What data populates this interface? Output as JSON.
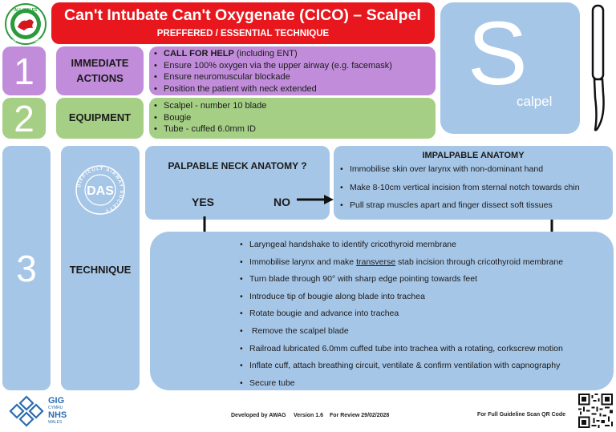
{
  "title": "Can't Intubate Can't Oxygenate (CICO) – Scalpel",
  "subtitle": "PREFFERED / ESSENTIAL TECHNIQUE",
  "logo_top": {
    "text_top": "ALL WALES",
    "text_bottom": "AIRWAY GROUP"
  },
  "big_s": {
    "letter": "S",
    "rest": "calpel"
  },
  "step1": {
    "number": "1",
    "label_line1": "IMMEDIATE",
    "label_line2": "ACTIONS",
    "items": [
      {
        "bold": "CALL FOR HELP",
        "rest": " (including ENT)"
      },
      {
        "bold": "",
        "rest": "Ensure 100% oxygen via the upper airway (e.g. facemask)"
      },
      {
        "bold": "",
        "rest": "Ensure neuromuscular blockade"
      },
      {
        "bold": "",
        "rest": "Position the patient with neck extended"
      }
    ]
  },
  "step2": {
    "number": "2",
    "label": "EQUIPMENT",
    "items": [
      "Scalpel - number 10 blade",
      "Bougie",
      "Tube - cuffed 6.0mm ID"
    ]
  },
  "step3": {
    "number": "3",
    "label": "TECHNIQUE",
    "das_logo": {
      "letters": "DAS",
      "ring_text": "DIFFICULT AIRWAY SOCIETY"
    },
    "palpable": {
      "question": "PALPABLE NECK ANATOMY ?",
      "yes": "YES",
      "no": "NO"
    },
    "impalpable": {
      "title": "IMPALPABLE ANATOMY",
      "items": [
        "Immobilise skin over larynx with non-dominant hand",
        "Make 8-10cm vertical incision from sternal notch towards chin",
        "Pull strap muscles apart and finger dissect soft tissues"
      ]
    },
    "technique_items": [
      {
        "pre": "Laryngeal handshake to identify cricothyroid membrane",
        "underline": "",
        "post": ""
      },
      {
        "pre": "Immobilise larynx and make ",
        "underline": "transverse",
        "post": " stab incision through cricothyroid membrane"
      },
      {
        "pre": "Turn blade through 90° with sharp edge pointing towards feet",
        "underline": "",
        "post": ""
      },
      {
        "pre": "Introduce tip of bougie along blade into trachea",
        "underline": "",
        "post": ""
      },
      {
        "pre": "Rotate bougie and advance into trachea",
        "underline": "",
        "post": ""
      },
      {
        "pre": " Remove the scalpel blade",
        "underline": "",
        "post": ""
      },
      {
        "pre": "Railroad lubricated 6.0mm cuffed tube into trachea with a rotating, corkscrew motion",
        "underline": "",
        "post": ""
      },
      {
        "pre": "Inflate cuff, attach breathing circuit, ventilate & confirm ventilation with capnography",
        "underline": "",
        "post": ""
      },
      {
        "pre": "Secure tube",
        "underline": "",
        "post": ""
      }
    ]
  },
  "footer": {
    "nhs_line1": "GIG",
    "nhs_line2": "CYMRU",
    "nhs_line3": "NHS",
    "nhs_line4": "WALES",
    "developed": "Developed by AWAG",
    "version": "Version 1.6",
    "review": "For Review 29/02/2028",
    "qr_text": "For Full Guideline Scan QR Code"
  },
  "colors": {
    "red": "#e8171d",
    "purple": "#c18ddb",
    "green": "#a5cf85",
    "blue": "#a6c6e7"
  }
}
